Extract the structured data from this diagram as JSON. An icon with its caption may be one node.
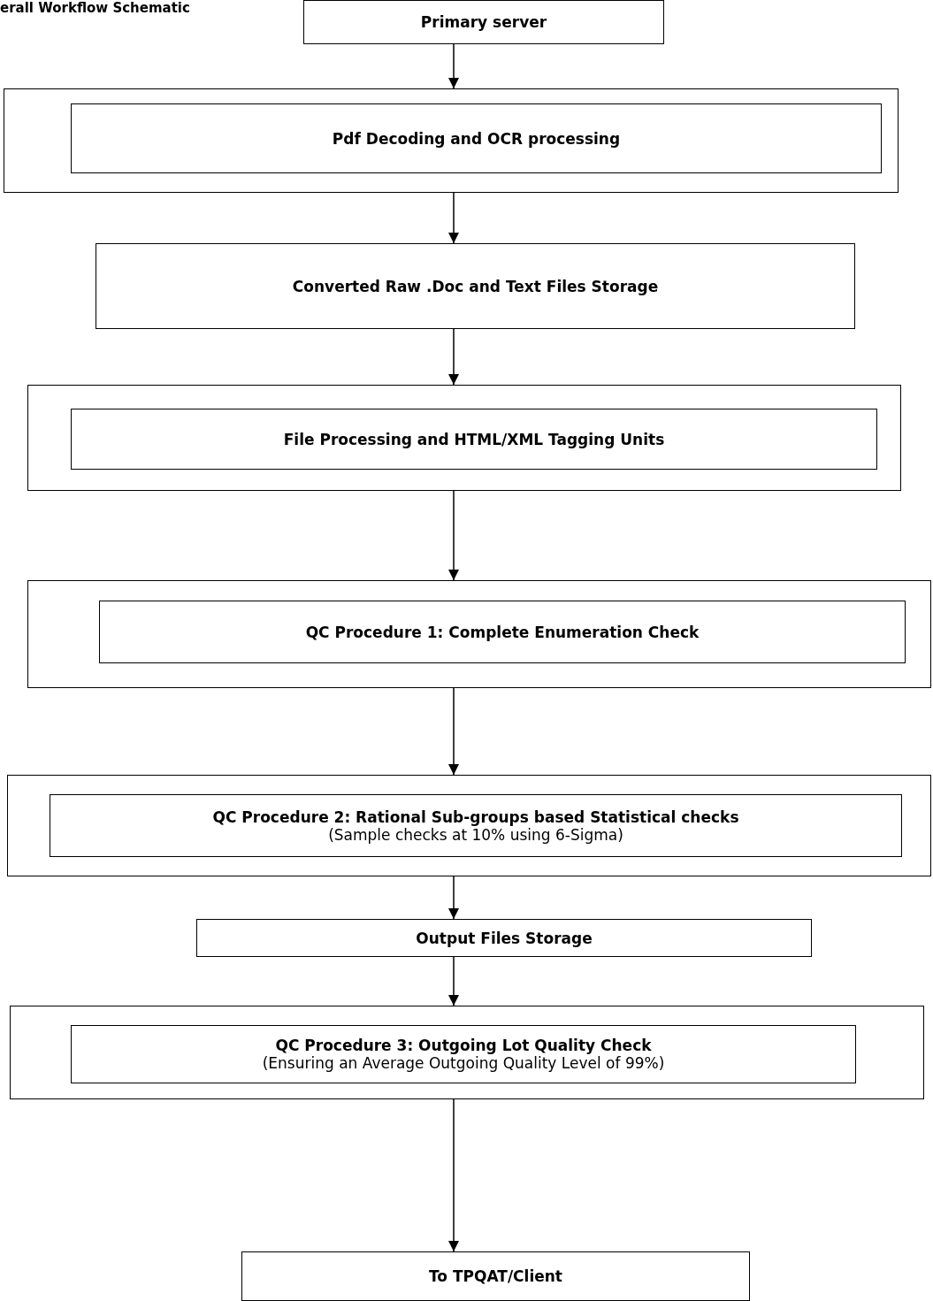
{
  "diagram": {
    "title": "erall Workflow Schematic",
    "nodes": [
      {
        "text": [
          "Primary server"
        ]
      },
      {
        "text": [],
        "shape": "box"
      },
      {
        "text": [
          "Pdf Decoding and OCR processing"
        ],
        "in": 1
      },
      {
        "text": [
          "Converted Raw .Doc and Text Files Storage"
        ]
      },
      {
        "text": [],
        "shape": "box"
      },
      {
        "text": [
          "File Processing and HTML/XML Tagging Units"
        ],
        "in": 4
      },
      {
        "text": [],
        "shape": "box"
      },
      {
        "text": [
          "QC Procedure 1: Complete Enumeration Check"
        ],
        "in": 6
      },
      {
        "text": [],
        "shape": "box"
      },
      {
        "text": [
          "QC Procedure 2: Rational Sub-groups based Statistical checks",
          "(Sample checks at 10% using 6-Sigma)"
        ],
        "in": 8
      },
      {
        "text": [
          "Output Files Storage"
        ]
      },
      {
        "text": [],
        "shape": "box"
      },
      {
        "text": [
          "QC Procedure 3: Outgoing Lot Quality Check",
          "(Ensuring an Average Outgoing Quality Level of 99%)"
        ],
        "in": 11
      },
      {
        "text": [
          "To TPQAT/Client"
        ]
      }
    ],
    "edges": [
      {
        "from": 0,
        "to": 1,
        "arrow": "to"
      },
      {
        "from": 1,
        "to": 3,
        "arrow": "to"
      },
      {
        "from": 3,
        "to": 4,
        "arrow": "to"
      },
      {
        "from": 4,
        "to": 6,
        "arrow": "to"
      },
      {
        "from": 6,
        "to": 8,
        "arrow": "to"
      },
      {
        "from": 8,
        "to": 10,
        "arrow": "to"
      },
      {
        "from": 10,
        "to": 11,
        "arrow": "to"
      },
      {
        "from": 11,
        "to": 13,
        "arrow": "to"
      }
    ]
  }
}
